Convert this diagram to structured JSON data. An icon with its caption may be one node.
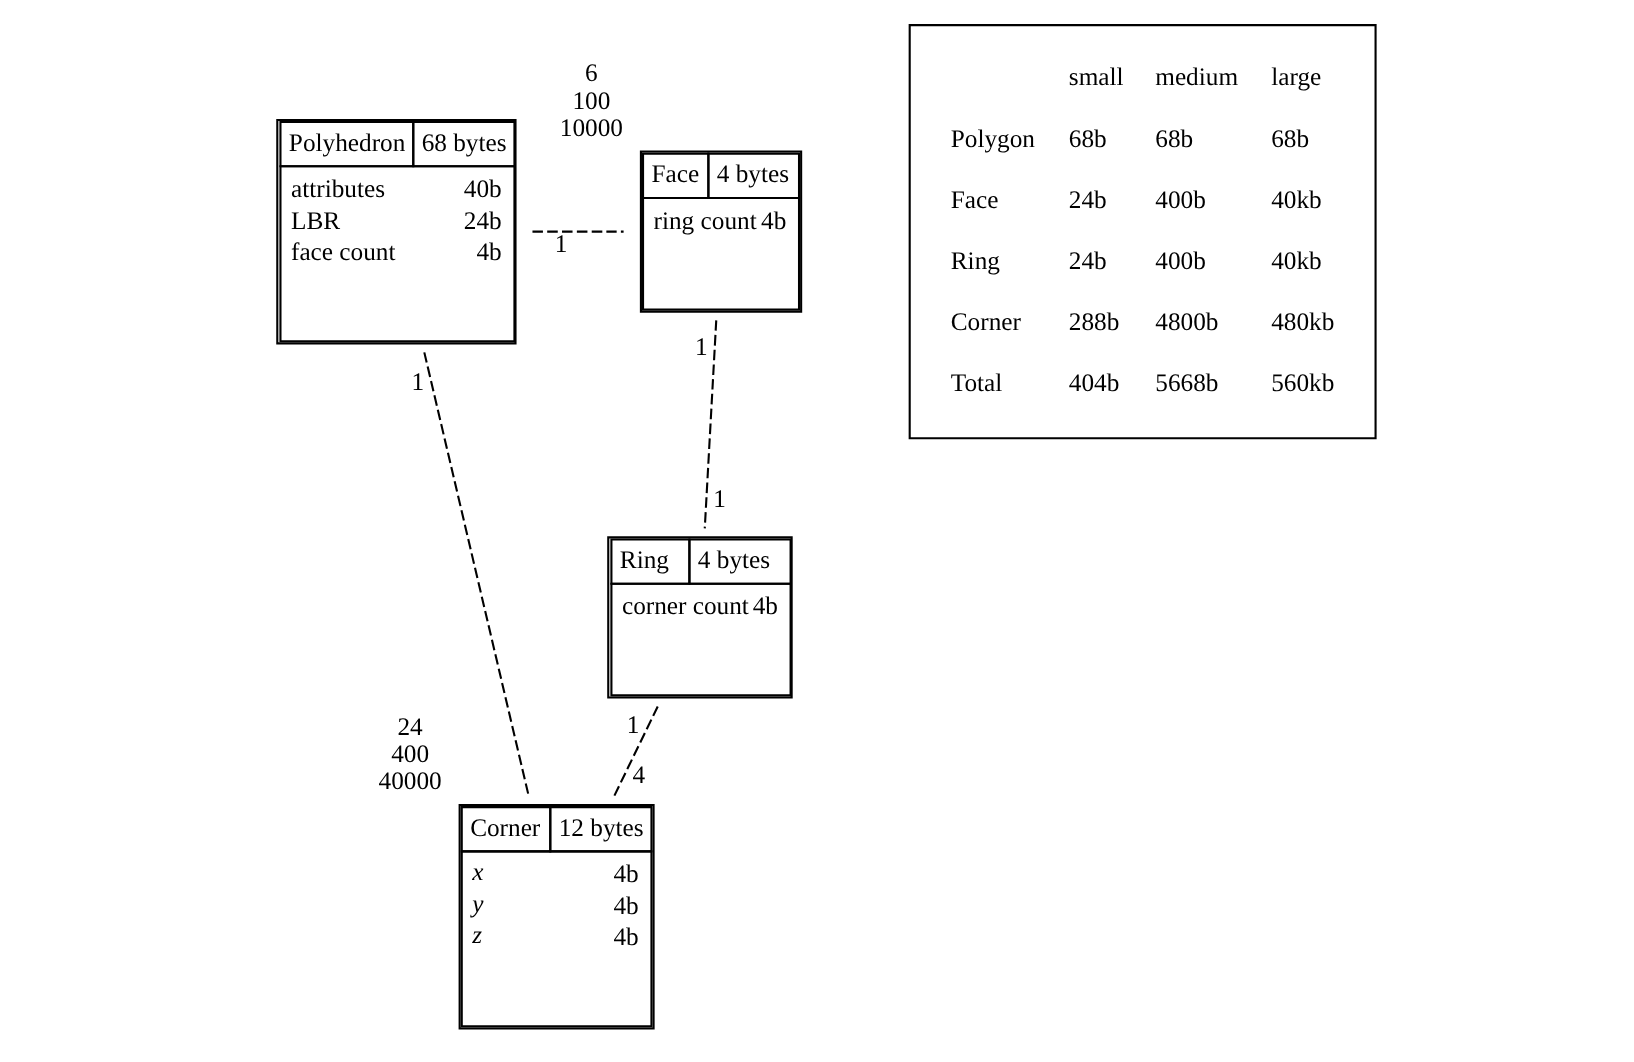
{
  "diagram": {
    "nodes": [
      {
        "text": [
          "Polyhedron",
          "68 bytes",
          "attributes",
          "40b",
          "LBR",
          "24b",
          "face count",
          "4b"
        ]
      },
      {
        "text": [
          "Face",
          "4 bytes",
          "ring count",
          "4b"
        ],
        "beside": [
          "6 100 10000"
        ]
      },
      {
        "text": [
          "Ring",
          "4 bytes",
          "corner count",
          "4b"
        ]
      },
      {
        "text": [
          "Corner",
          "12 bytes",
          "x",
          "4b",
          "y",
          "4b",
          "z",
          "4b"
        ],
        "beside": [
          "24 400 40000"
        ]
      }
    ],
    "edges": [
      {
        "from": 0,
        "to": 1,
        "arrow": "none",
        "style": "dashed"
      },
      {
        "from": 1,
        "to": 2,
        "arrow": "none",
        "style": "dashed"
      },
      {
        "from": 2,
        "to": 3,
        "arrow": "none",
        "style": "dashed"
      },
      {
        "from": 0,
        "to": 3,
        "arrow": "none",
        "style": "dashed"
      }
    ],
    "labels": [
      "1",
      "1",
      "1",
      "1",
      "1",
      "4",
      "small",
      "medium",
      "large",
      "Polygon",
      "68b",
      "68b",
      "68b",
      "Face",
      "24b",
      "400b",
      "40kb",
      "Ring",
      "24b",
      "400b",
      "40kb",
      "Corner",
      "288b",
      "4800b",
      "480kb",
      "Total",
      "404b",
      "5668b",
      "560kb"
    ]
  }
}
